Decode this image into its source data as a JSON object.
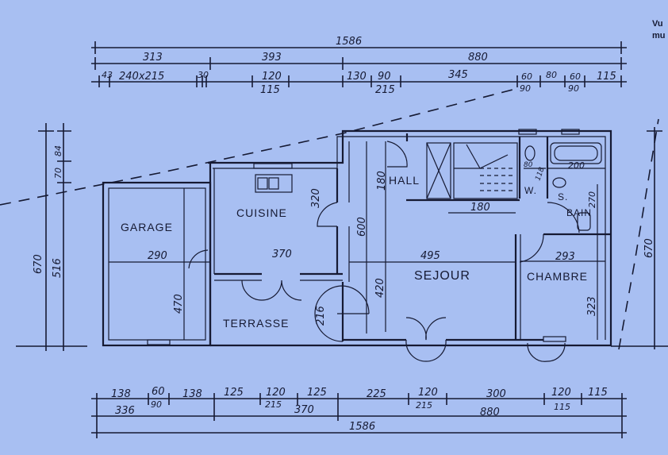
{
  "corner_note": [
    "Vu",
    "mu"
  ],
  "rooms": {
    "garage": "GARAGE",
    "cuisine": "CUISINE",
    "hall": "HALL",
    "sejour": "SEJOUR",
    "chambre": "CHAMBRE",
    "terrasse": "TERRASSE",
    "wc": "W.",
    "bain_s": "S.",
    "bain": "BAIN"
  },
  "top_dims": {
    "total": "1586",
    "row2": [
      "313",
      "393",
      "880"
    ],
    "row3": [
      "43",
      "240x215",
      "30",
      "120",
      "130",
      "90",
      "345",
      "60",
      "80",
      "60",
      "115"
    ],
    "row3_sub": [
      "115",
      "215",
      "90",
      "90"
    ]
  },
  "bottom_dims": {
    "row1": [
      "138",
      "60",
      "138",
      "125",
      "120",
      "125",
      "225",
      "120",
      "300",
      "120",
      "115"
    ],
    "row1_sub": [
      "90",
      "215",
      "215",
      "115"
    ],
    "row2": [
      "336",
      "370",
      "880"
    ],
    "total": "1586"
  },
  "left_dims": {
    "total": "670",
    "top": "84",
    "mid": "70",
    "main": "516"
  },
  "right_dims": {
    "total": "670"
  },
  "interior_dims": {
    "garage_width": "290",
    "garage_height": "470",
    "cuisine_width": "370",
    "cuisine_height": "320",
    "hall_height": "180",
    "hall_wall": "600",
    "stair_width": "180",
    "sejour_width": "495",
    "sejour_height": "420",
    "terrasse_door": "216",
    "chambre_width": "293",
    "chambre_height": "323",
    "bain_width": "200",
    "bain_height": "270",
    "wc_width": "80",
    "wc_height": "118"
  }
}
